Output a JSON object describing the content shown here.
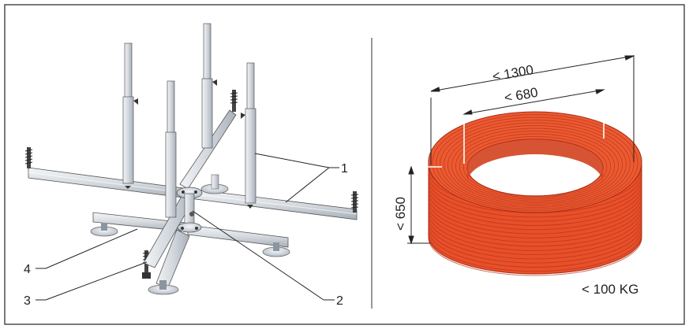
{
  "left_panel": {
    "callouts": [
      {
        "label": "1"
      },
      {
        "label": "2"
      },
      {
        "label": "3"
      },
      {
        "label": "4"
      }
    ]
  },
  "right_panel": {
    "dimensions": {
      "outer_width": "< 1300",
      "inner_width": "< 680",
      "height": "< 650",
      "weight": "< 100 KG"
    }
  },
  "colors": {
    "coil": "#e8502a",
    "coil_dark": "#b8331a",
    "frame": "#222222",
    "metal_light": "#e9ecef",
    "metal_mid": "#c9cfd6",
    "metal_dark": "#9aa3ad"
  }
}
